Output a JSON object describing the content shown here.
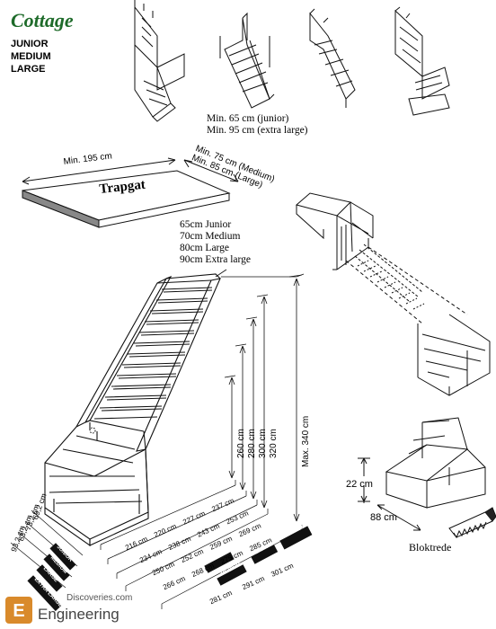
{
  "header": {
    "title": "Cottage",
    "sizes": [
      "JUNIOR",
      "MEDIUM",
      "LARGE"
    ]
  },
  "top_note": {
    "line1": "Min. 65 cm (junior)",
    "line2": "Min. 95 cm (extra large)"
  },
  "trapgat": {
    "label": "Trapgat",
    "length": "Min. 195 cm",
    "width_medium": "Min. 75 cm (Medium)",
    "width_large": "Min. 85 cm (Large)"
  },
  "widths": {
    "junior": "65cm Junior",
    "medium": "70cm Medium",
    "large": "80cm Large",
    "xlarge": "90cm Extra large"
  },
  "heights": {
    "h260": "260 cm",
    "h280": "280 cm",
    "h300": "300 cm",
    "h320": "320 cm",
    "max": "Max. 340 cm"
  },
  "depths": {
    "d1": "69,2 cm",
    "d2": "73,2 cm",
    "d3": "83,2 cm",
    "d4": "93,2 cm"
  },
  "length_rows": [
    [
      "216 cm",
      "220 cm",
      "227 cm",
      "237 cm"
    ],
    [
      "234 cm",
      "238 cm",
      "243 cm",
      "253 cm"
    ],
    [
      "250 cm",
      "252 cm",
      "259 cm",
      "269 cm"
    ],
    [
      "266 cm",
      "268 cm",
      "275 cm",
      "285 cm"
    ],
    [
      "281 cm",
      "291 cm",
      "301 cm"
    ]
  ],
  "size_tags": [
    "JUNIOR",
    "MEDIUM",
    "LARGE",
    "EXTRA LARGE"
  ],
  "blok": {
    "height": "22 cm",
    "depth": "88 cm",
    "label": "Bloktrede"
  },
  "watermark": {
    "site": "Discoveries.com",
    "sub": "Engineering"
  }
}
